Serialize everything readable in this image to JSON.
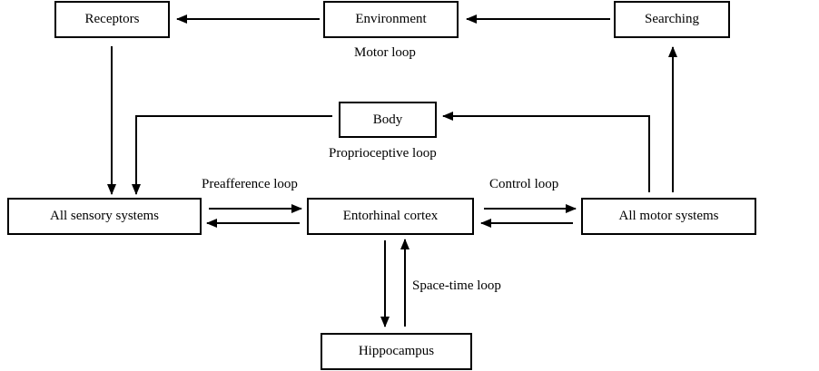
{
  "nodes": {
    "receptors": "Receptors",
    "environment": "Environment",
    "searching": "Searching",
    "body": "Body",
    "sensory": "All sensory systems",
    "entorhinal": "Entorhinal cortex",
    "motor": "All motor systems",
    "hippocampus": "Hippocampus"
  },
  "loops": {
    "motor": "Motor loop",
    "proprioceptive": "Proprioceptive loop",
    "preafference": "Preafference loop",
    "control": "Control loop",
    "space_time": "Space-time loop"
  }
}
